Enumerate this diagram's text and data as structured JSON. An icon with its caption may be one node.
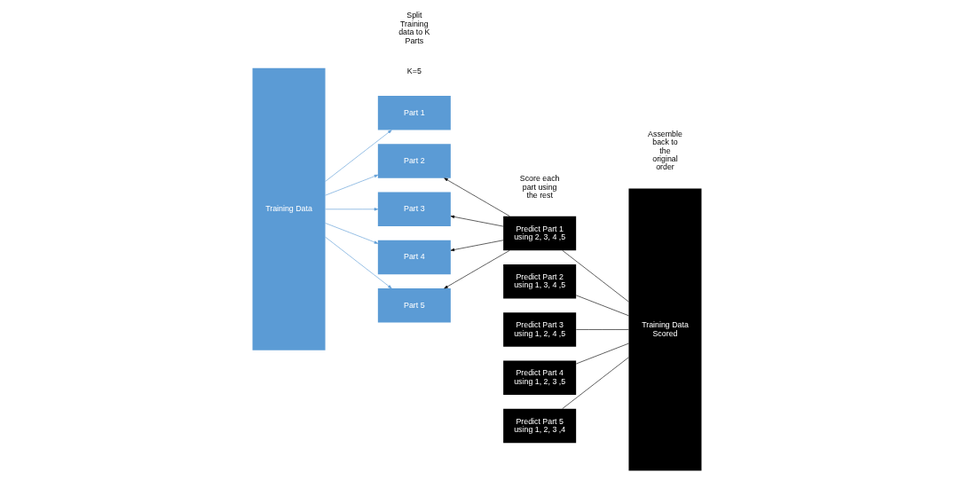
{
  "diagram": {
    "nodes": [
      {
        "text": [
          "Training Data"
        ]
      },
      {
        "text": [
          "Part 1"
        ]
      },
      {
        "text": [
          "Part 2"
        ]
      },
      {
        "text": [
          "Part 3"
        ]
      },
      {
        "text": [
          "Part 4"
        ]
      },
      {
        "text": [
          "Part 5"
        ]
      },
      {
        "text": [
          "Predict Part 1 using 2, 3, 4 ,5"
        ]
      },
      {
        "text": [
          "Predict Part 2 using 1, 3, 4 ,5"
        ]
      },
      {
        "text": [
          "Predict Part 3 using 1, 2, 4 ,5"
        ]
      },
      {
        "text": [
          "Predict Part 4 using 1, 2, 3 ,5"
        ]
      },
      {
        "text": [
          "Predict Part 5 using 1, 2, 3 ,4"
        ]
      },
      {
        "text": [
          "Training Data Scored"
        ]
      }
    ],
    "edges": [
      {
        "from": 0,
        "to": 1,
        "arrow": "to",
        "color": "#5b9bd5"
      },
      {
        "from": 0,
        "to": 2,
        "arrow": "to",
        "color": "#5b9bd5"
      },
      {
        "from": 0,
        "to": 3,
        "arrow": "to",
        "color": "#5b9bd5"
      },
      {
        "from": 0,
        "to": 4,
        "arrow": "to",
        "color": "#5b9bd5"
      },
      {
        "from": 0,
        "to": 5,
        "arrow": "to",
        "color": "#5b9bd5"
      },
      {
        "from": 6,
        "to": 2,
        "arrow": "to"
      },
      {
        "from": 6,
        "to": 3,
        "arrow": "to"
      },
      {
        "from": 6,
        "to": 4,
        "arrow": "to"
      },
      {
        "from": 6,
        "to": 5,
        "arrow": "to"
      },
      {
        "from": 6,
        "to": 11,
        "arrow": "none"
      },
      {
        "from": 7,
        "to": 11,
        "arrow": "none"
      },
      {
        "from": 8,
        "to": 11,
        "arrow": "none"
      },
      {
        "from": 9,
        "to": 11,
        "arrow": "none"
      },
      {
        "from": 10,
        "to": 11,
        "arrow": "none"
      }
    ],
    "labels": [
      "K=5",
      "Split Training data to K Parts",
      "Score each part using the rest",
      "Assemble back to the original order"
    ]
  }
}
